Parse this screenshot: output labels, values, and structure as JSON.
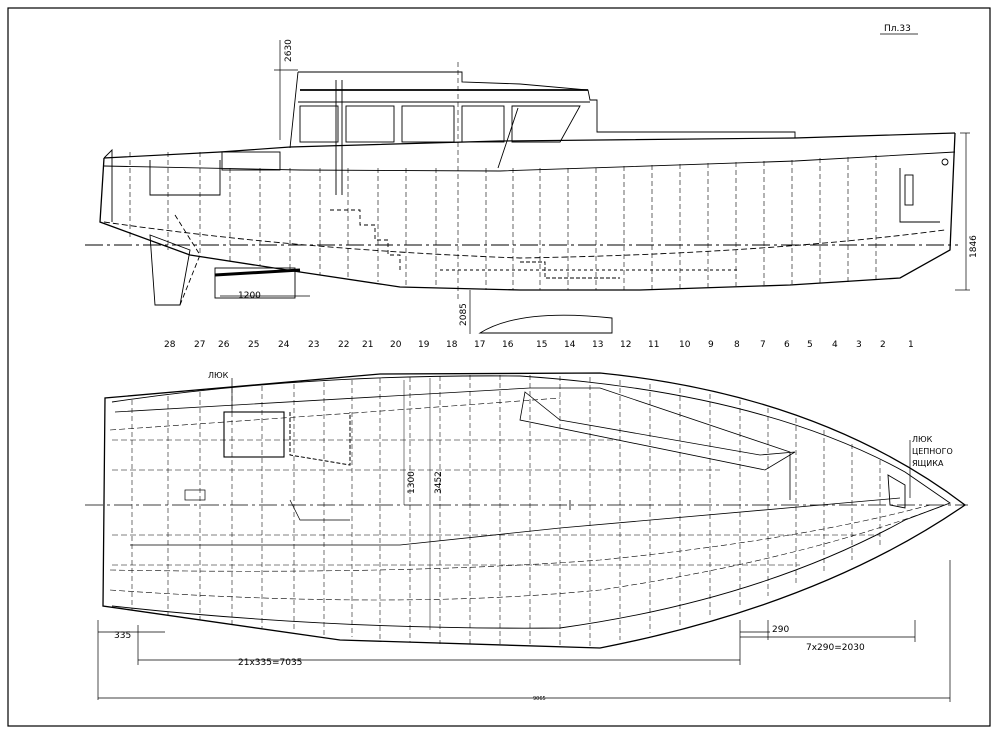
{
  "sheet": {
    "plate_label": "Пл.33"
  },
  "profile_dimensions": {
    "height_top": "2630",
    "height_side": "1846",
    "keel_depth": "2085",
    "rudder_length": "1200"
  },
  "frame_numbers": [
    "28",
    "27",
    "26",
    "25",
    "24",
    "23",
    "22",
    "21",
    "20",
    "19",
    "18",
    "17",
    "16",
    "15",
    "14",
    "13",
    "12",
    "11",
    "10",
    "9",
    "8",
    "7",
    "6",
    "5",
    "4",
    "3",
    "2",
    "1"
  ],
  "plan_labels": {
    "hatch_aft": "ЛЮК",
    "hatch_bow": [
      "ЛЮК",
      "ЦЕПНОГО",
      "ЯЩИКА"
    ]
  },
  "plan_dimensions": {
    "half_breadth": "1300",
    "max_breadth": "3452",
    "transom_offset": "335",
    "aft_spacing": "21x335=7035",
    "bow_frame_spacing": "290",
    "bow_spacing": "7x290=2030",
    "overall_length": "9065"
  }
}
